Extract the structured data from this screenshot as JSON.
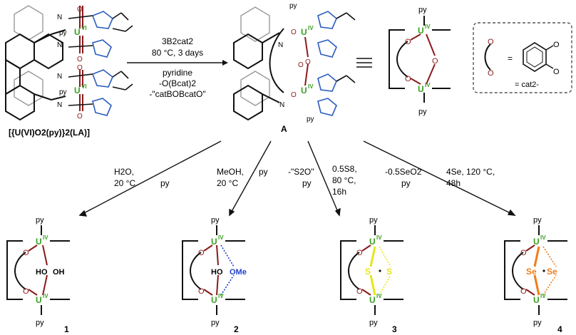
{
  "reaction_top": {
    "reagent": "3B2cat2",
    "conditions": "80 °C, 3 days",
    "solvent": "pyridine",
    "byproduct1": "-O(Bcat)2",
    "byproduct2": "-\"catBOBcatO\""
  },
  "start_label": "[{U(VI)O2(py)}2(LA)]",
  "intermediate_label": "A",
  "legend": {
    "equals": "=",
    "cat_label": "= cat2-"
  },
  "atoms": {
    "U_VI": "VI",
    "U_IV": "IV",
    "U": "U",
    "N": "N",
    "O": "O",
    "py": "py",
    "HO": "HO",
    "OH": "OH",
    "OMe": "OMe",
    "S": "S",
    "Se": "Se"
  },
  "routes": [
    {
      "reagent": "H2O,",
      "conditions": "20 °C",
      "extra": "py",
      "product": "1"
    },
    {
      "reagent": "MeOH,",
      "conditions": "20 °C",
      "extra": "py",
      "product": "2"
    },
    {
      "reagent": "-\"S2O\"",
      "conditions": "py",
      "extra": "",
      "product": "3"
    },
    {
      "reagent": "0.5S8,",
      "conditions": "80 °C,",
      "extra": "16h",
      "product": ""
    },
    {
      "reagent": "-0.5SeO2",
      "conditions": "py",
      "extra": "",
      "product": ""
    },
    {
      "reagent": "4Se, 120 °C,",
      "conditions": "48h",
      "extra": "",
      "product": "4"
    }
  ],
  "colors": {
    "uranium": "#3aa020",
    "oxygen": "#8b1a1a",
    "bond": "#8b1a1a",
    "nitrogen_ring": "#2b5cc0",
    "ome": "#1f3fd0",
    "sulfur": "#e6e61c",
    "selenium": "#f07d1c",
    "ligand": "#222222",
    "aromatic_gray": "#9a9a9a"
  }
}
